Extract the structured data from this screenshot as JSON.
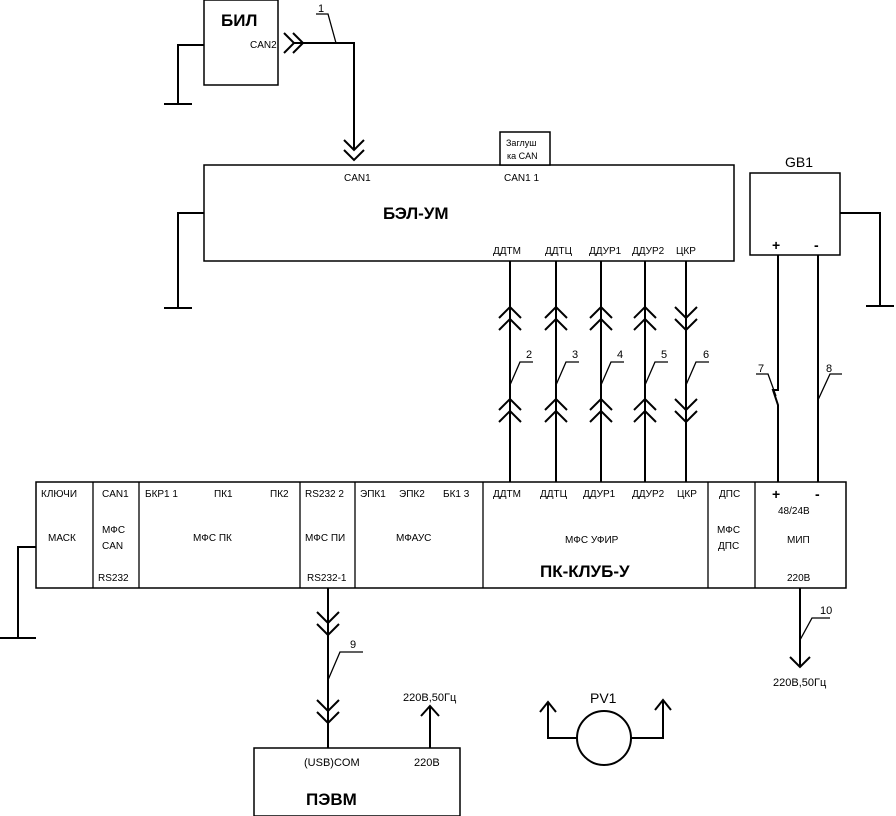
{
  "bil": {
    "title": "БИЛ",
    "port": "CAN2"
  },
  "belum": {
    "title": "БЭЛ-УМ",
    "can1": "CAN1",
    "can1_1": "CAN1 1",
    "plug_line1": "Заглуш",
    "plug_line2": "ка CAN",
    "outputs": [
      "ДДТМ",
      "ДДТЦ",
      "ДДУР1",
      "ДДУР2",
      "ЦКР"
    ]
  },
  "gb1": {
    "title": "GB1",
    "plus": "+",
    "minus": "-"
  },
  "wire_numbers": [
    "1",
    "2",
    "3",
    "4",
    "5",
    "6",
    "7",
    "8",
    "9",
    "10"
  ],
  "pk": {
    "title": "ПК-КЛУБ-У",
    "blocks": {
      "mask": {
        "top": "КЛЮЧИ",
        "name": "МАСК"
      },
      "mfs_can": {
        "top": "CAN1",
        "name1": "МФС",
        "name2": "CAN",
        "bottom": "RS232"
      },
      "mfs_pk": {
        "top_left": "БКР1 1",
        "top_mid": "ПК1",
        "top_right": "ПК2",
        "name": "МФС ПК"
      },
      "mfs_pi": {
        "top": "RS232 2",
        "name": "МФС ПИ",
        "bottom": "RS232-1"
      },
      "mfaus": {
        "top1": "ЭПК1",
        "top2": "ЭПК2",
        "top3": "БК1 3",
        "name": "МФАУС"
      },
      "mfs_ufir": {
        "inputs": [
          "ДДТМ",
          "ДДТЦ",
          "ДДУР1",
          "ДДУР2",
          "ЦКР"
        ],
        "name": "МФС УФИР"
      },
      "mfs_dps": {
        "top": "ДПС",
        "name1": "МФС",
        "name2": "ДПС"
      },
      "mip": {
        "plus": "+",
        "minus": "-",
        "voltage": "48/24В",
        "name": "МИП",
        "bottom": "220В"
      }
    }
  },
  "mains_mip": "220В,50Гц",
  "mains_pevm": "220В,50Гц",
  "pv1": "PV1",
  "pevm": {
    "title": "ПЭВМ",
    "port": "(USB)COM",
    "power": "220В"
  }
}
